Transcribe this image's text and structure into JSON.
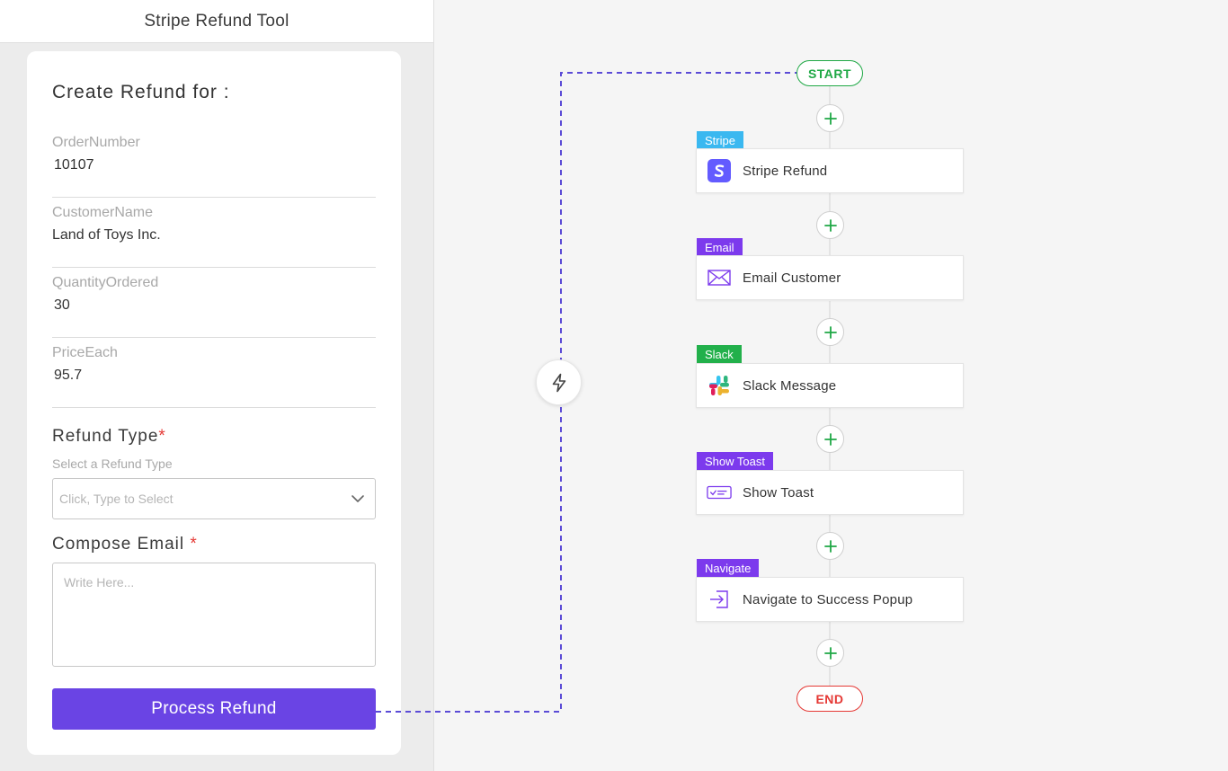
{
  "panel": {
    "title": "Stripe Refund Tool"
  },
  "form": {
    "heading": "Create Refund for :",
    "fields": [
      {
        "label": "OrderNumber",
        "value": "10107"
      },
      {
        "label": "CustomerName",
        "value": "Land of Toys Inc."
      },
      {
        "label": "QuantityOrdered",
        "value": "30"
      },
      {
        "label": "PriceEach",
        "value": "95.7"
      }
    ],
    "refund_type": {
      "label": "Refund Type",
      "required_mark": "*",
      "sublabel": "Select a Refund Type",
      "placeholder": "Click, Type to Select"
    },
    "compose_email": {
      "label": "Compose Email",
      "required_mark": "*",
      "placeholder": "Write Here..."
    },
    "submit_label": "Process Refund"
  },
  "flow": {
    "start_label": "START",
    "end_label": "END",
    "steps": [
      {
        "tag": "Stripe",
        "label": "Stripe Refund",
        "icon": "stripe-icon",
        "tag_color": "#3ab8f0"
      },
      {
        "tag": "Email",
        "label": "Email Customer",
        "icon": "envelope-icon",
        "tag_color": "#7c3aed"
      },
      {
        "tag": "Slack",
        "label": "Slack Message",
        "icon": "slack-icon",
        "tag_color": "#22b04b"
      },
      {
        "tag": "Show Toast",
        "label": "Show Toast",
        "icon": "toast-icon",
        "tag_color": "#7c3aed"
      },
      {
        "tag": "Navigate",
        "label": "Navigate to Success Popup",
        "icon": "navigate-icon",
        "tag_color": "#7c3aed"
      }
    ]
  },
  "colors": {
    "accent": "#6a44e4",
    "connector": "#5b4bd6",
    "start": "#1fa845",
    "end": "#e53935",
    "plus": "#1fa845"
  }
}
